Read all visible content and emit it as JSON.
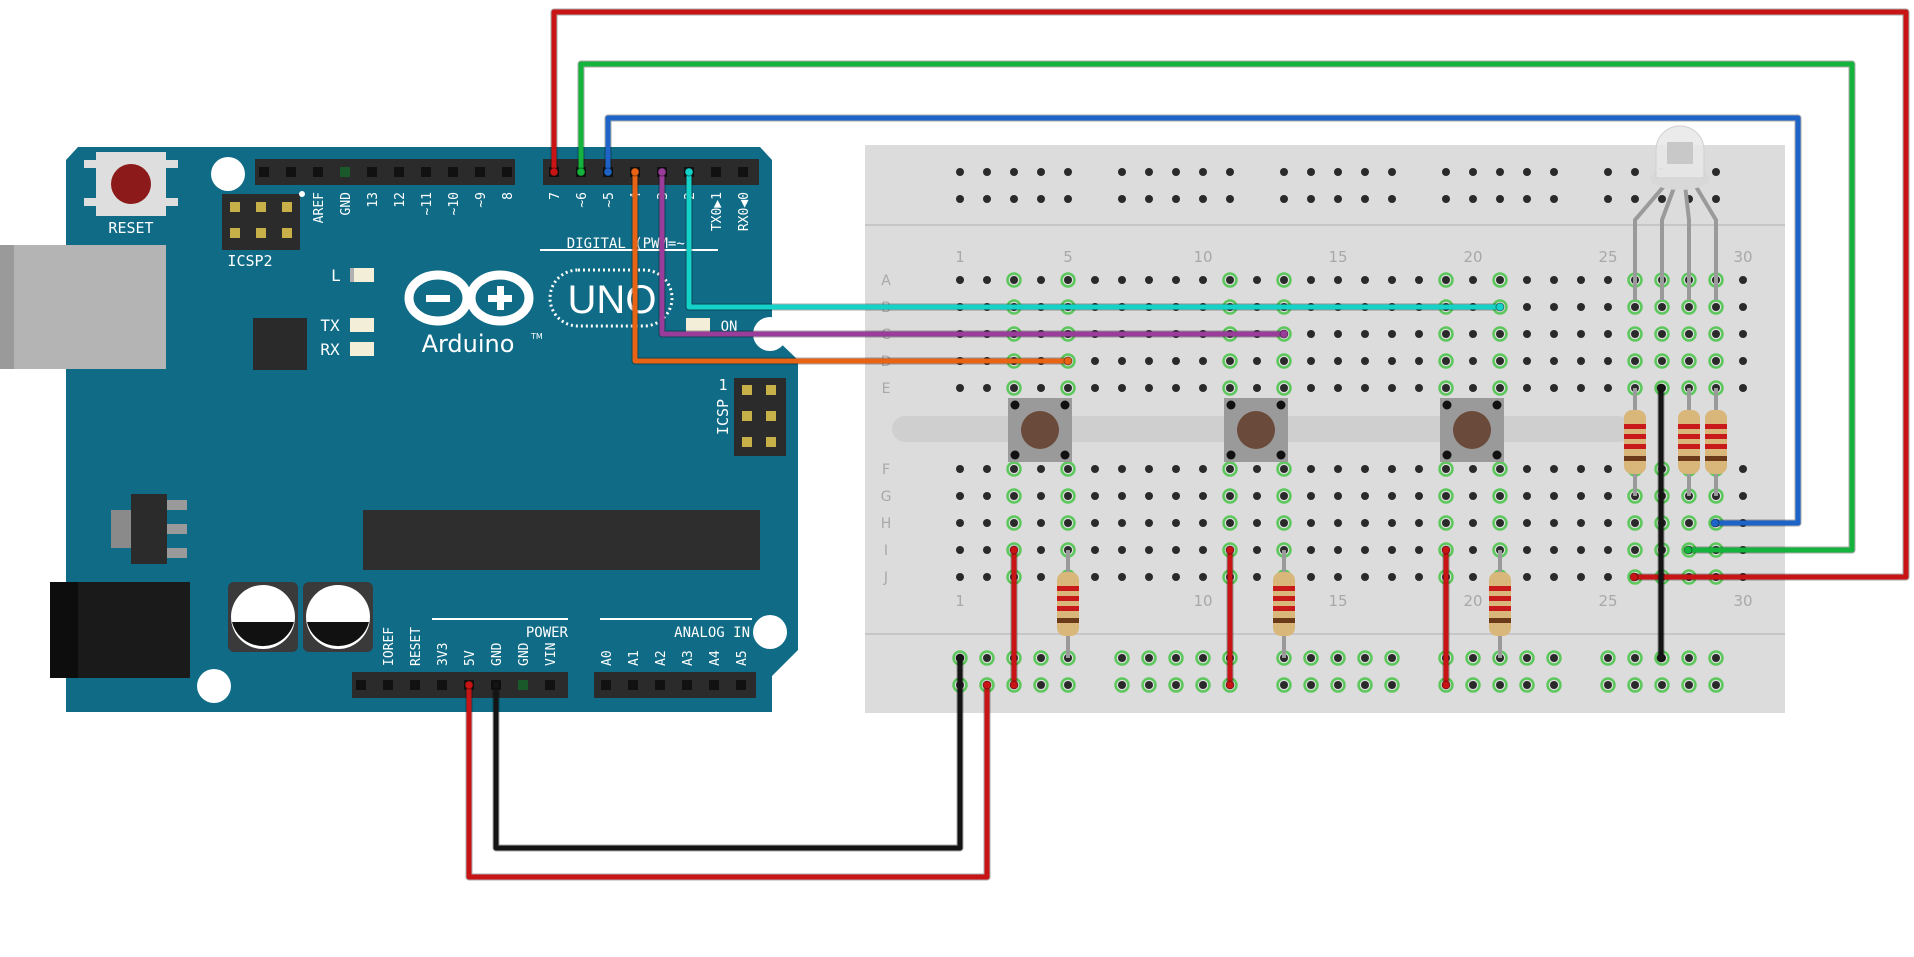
{
  "board": {
    "reset_label": "RESET",
    "icsp2_label": "ICSP2",
    "icsp_label": "ICSP",
    "digital_header_labels": [
      "AREF",
      "GND",
      "13",
      "12",
      "~11",
      "~10",
      "~9",
      "8",
      "7",
      "~6",
      "~5",
      "4",
      "~3",
      "2",
      "TX0▶1",
      "RX0◀0"
    ],
    "digital_title": "DIGITAL (PWM=~)",
    "led_l_label": "L",
    "led_tx_label": "TX",
    "led_rx_label": "RX",
    "led_on_label": "ON",
    "logo_text": "UNO",
    "brand_text": "Arduino",
    "trademark": "TM",
    "power_title": "POWER",
    "power_pins": [
      "IOREF",
      "RESET",
      "3V3",
      "5V",
      "GND",
      "GND",
      "VIN"
    ],
    "analog_title": "ANALOG IN",
    "analog_pins": [
      "A0",
      "A1",
      "A2",
      "A3",
      "A4",
      "A5"
    ],
    "icsp_pin_number": "1",
    "colors": {
      "pcb": "#0f6b86",
      "header": "#2b2b2b",
      "silk": "#ffffff"
    }
  },
  "breadboard": {
    "row_labels_top": [
      "A",
      "B",
      "C",
      "D",
      "E"
    ],
    "row_labels_bottom": [
      "F",
      "G",
      "H",
      "I",
      "J"
    ],
    "column_numbers": [
      "1",
      "5",
      "10",
      "15",
      "20",
      "25",
      "30"
    ],
    "colors": {
      "body": "#dcdcdc",
      "hole": "#2a2a2a",
      "active_hole": "#5cc85c"
    }
  },
  "components": {
    "buttons": [
      "push-button-1",
      "push-button-2",
      "push-button-3"
    ],
    "resistors": [
      "pulldown-resistor-1",
      "pulldown-resistor-2",
      "pulldown-resistor-3",
      "led-resistor-1",
      "led-resistor-2",
      "led-resistor-3"
    ],
    "rgb_led": "rgb-led-common-cathode"
  },
  "wires": {
    "colors": {
      "red": "#c81414",
      "green": "#14b43c",
      "blue": "#1e64c8",
      "cyan": "#14d2c8",
      "purple": "#9a3c9a",
      "orange": "#e86414",
      "black": "#141414"
    }
  }
}
